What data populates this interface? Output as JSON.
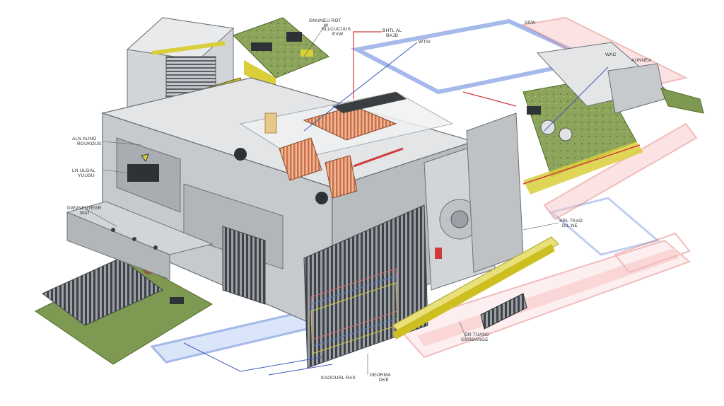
{
  "labels": {
    "top_a": "GNUNEU ROT",
    "top_a2": "W",
    "top_b": "BLLCUCUUS",
    "top_b2": "EVW",
    "top_c": "BHTL AL",
    "top_c2": "BAJD",
    "top_d": "WTSI",
    "right_a": "SSW",
    "right_b": "WAC",
    "right_c": "AUNNEA",
    "left_a": "ALN AUNO",
    "left_a2": "RGUKOUS",
    "left_b": "LN ULGAL",
    "left_b2": "YUUSU",
    "left_c": "DWVNFUTEGR",
    "left_c2": "WAT",
    "mid_r_a": "SRL TKAD",
    "mid_r_a2": "DIL.NE",
    "mid_r_b": "DR TUANS",
    "mid_r_b2": "GURBANGE",
    "bottom_a": "KAOOURL RAS",
    "bottom_b": "DEORMA",
    "bottom_b2": "DKE"
  },
  "colors": {
    "chassis": "#c7cacc",
    "chassis_light": "#e3e5e6",
    "chassis_dark": "#8e9296",
    "pcb": "#7e9a52",
    "yellow": "#d9cf3a",
    "copper": "#d98a62",
    "blue_strip": "#5b7fd8",
    "red_strip": "#e46a6a"
  }
}
